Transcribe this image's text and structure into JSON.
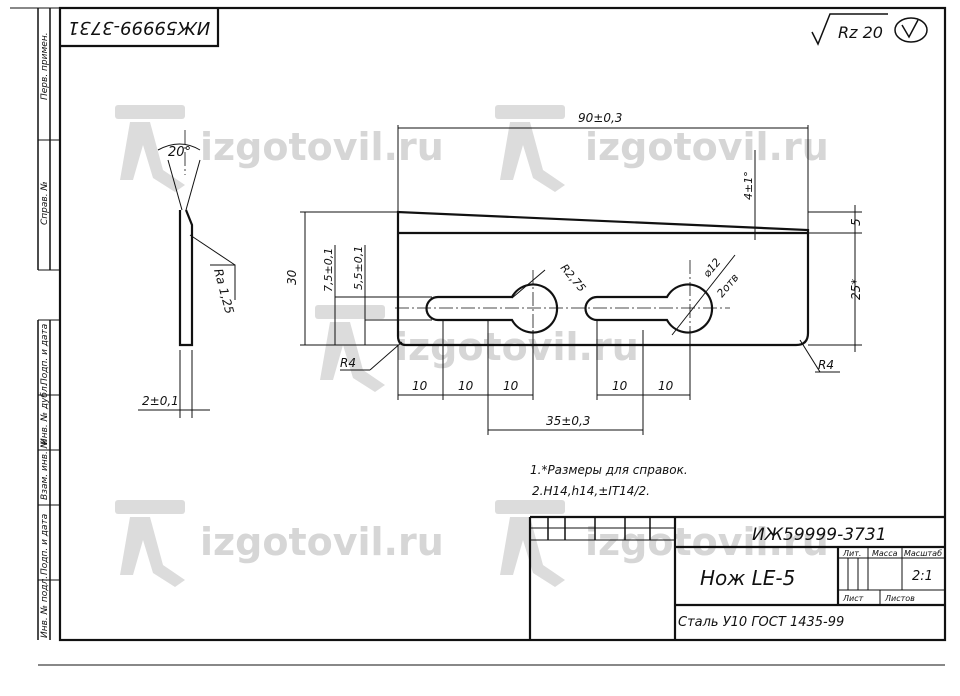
{
  "drawing": {
    "top_code": "ИЖ59999-3731",
    "roughness": "Rz 20",
    "title_code": "ИЖ59999-3731",
    "part_name": "Нож LE-5",
    "material": "Сталь У10 ГОСТ 1435-99",
    "scale": "2:1",
    "header_lit": "Лит.",
    "header_mass": "Масса",
    "header_scale": "Масштаб",
    "sheet_label": "Лист",
    "sheets_label": "Листов"
  },
  "notes": {
    "line1": "1.*Размеры для справок.",
    "line2": "2.H14,h14,±IT14/2."
  },
  "side_stamps": {
    "perv_primen": "Перв. примен.",
    "sprav_no": "Справ. №",
    "podp_data_1": "Подп. и дата",
    "inv_dubl": "Инв. № дубл.",
    "vzam_inv": "Взам. инв. №",
    "podp_data_2": "Подп. и дата",
    "inv_podl": "Инв. № подл."
  },
  "dimensions": {
    "overall_length": "90±0,3",
    "height": "30",
    "angle_top": "4±1°",
    "slot_offset_1": "7,5±0,1",
    "slot_offset_2": "5,5±0,1",
    "radius_hole": "R2,75",
    "hole_diameter": "⌀12",
    "hole_count": "2отв",
    "edge_5": "5",
    "edge_25": "25*",
    "r4_left": "R4",
    "r4_right": "R4",
    "pitch_1": "10",
    "pitch_2": "10",
    "pitch_3": "10",
    "pitch_4": "10",
    "pitch_5": "10",
    "hole_spacing": "35±0,3",
    "side_angle": "20°",
    "side_ra": "Ra 1,25",
    "thickness": "2±0,1"
  },
  "watermark": {
    "text": "izgotovil.ru"
  }
}
